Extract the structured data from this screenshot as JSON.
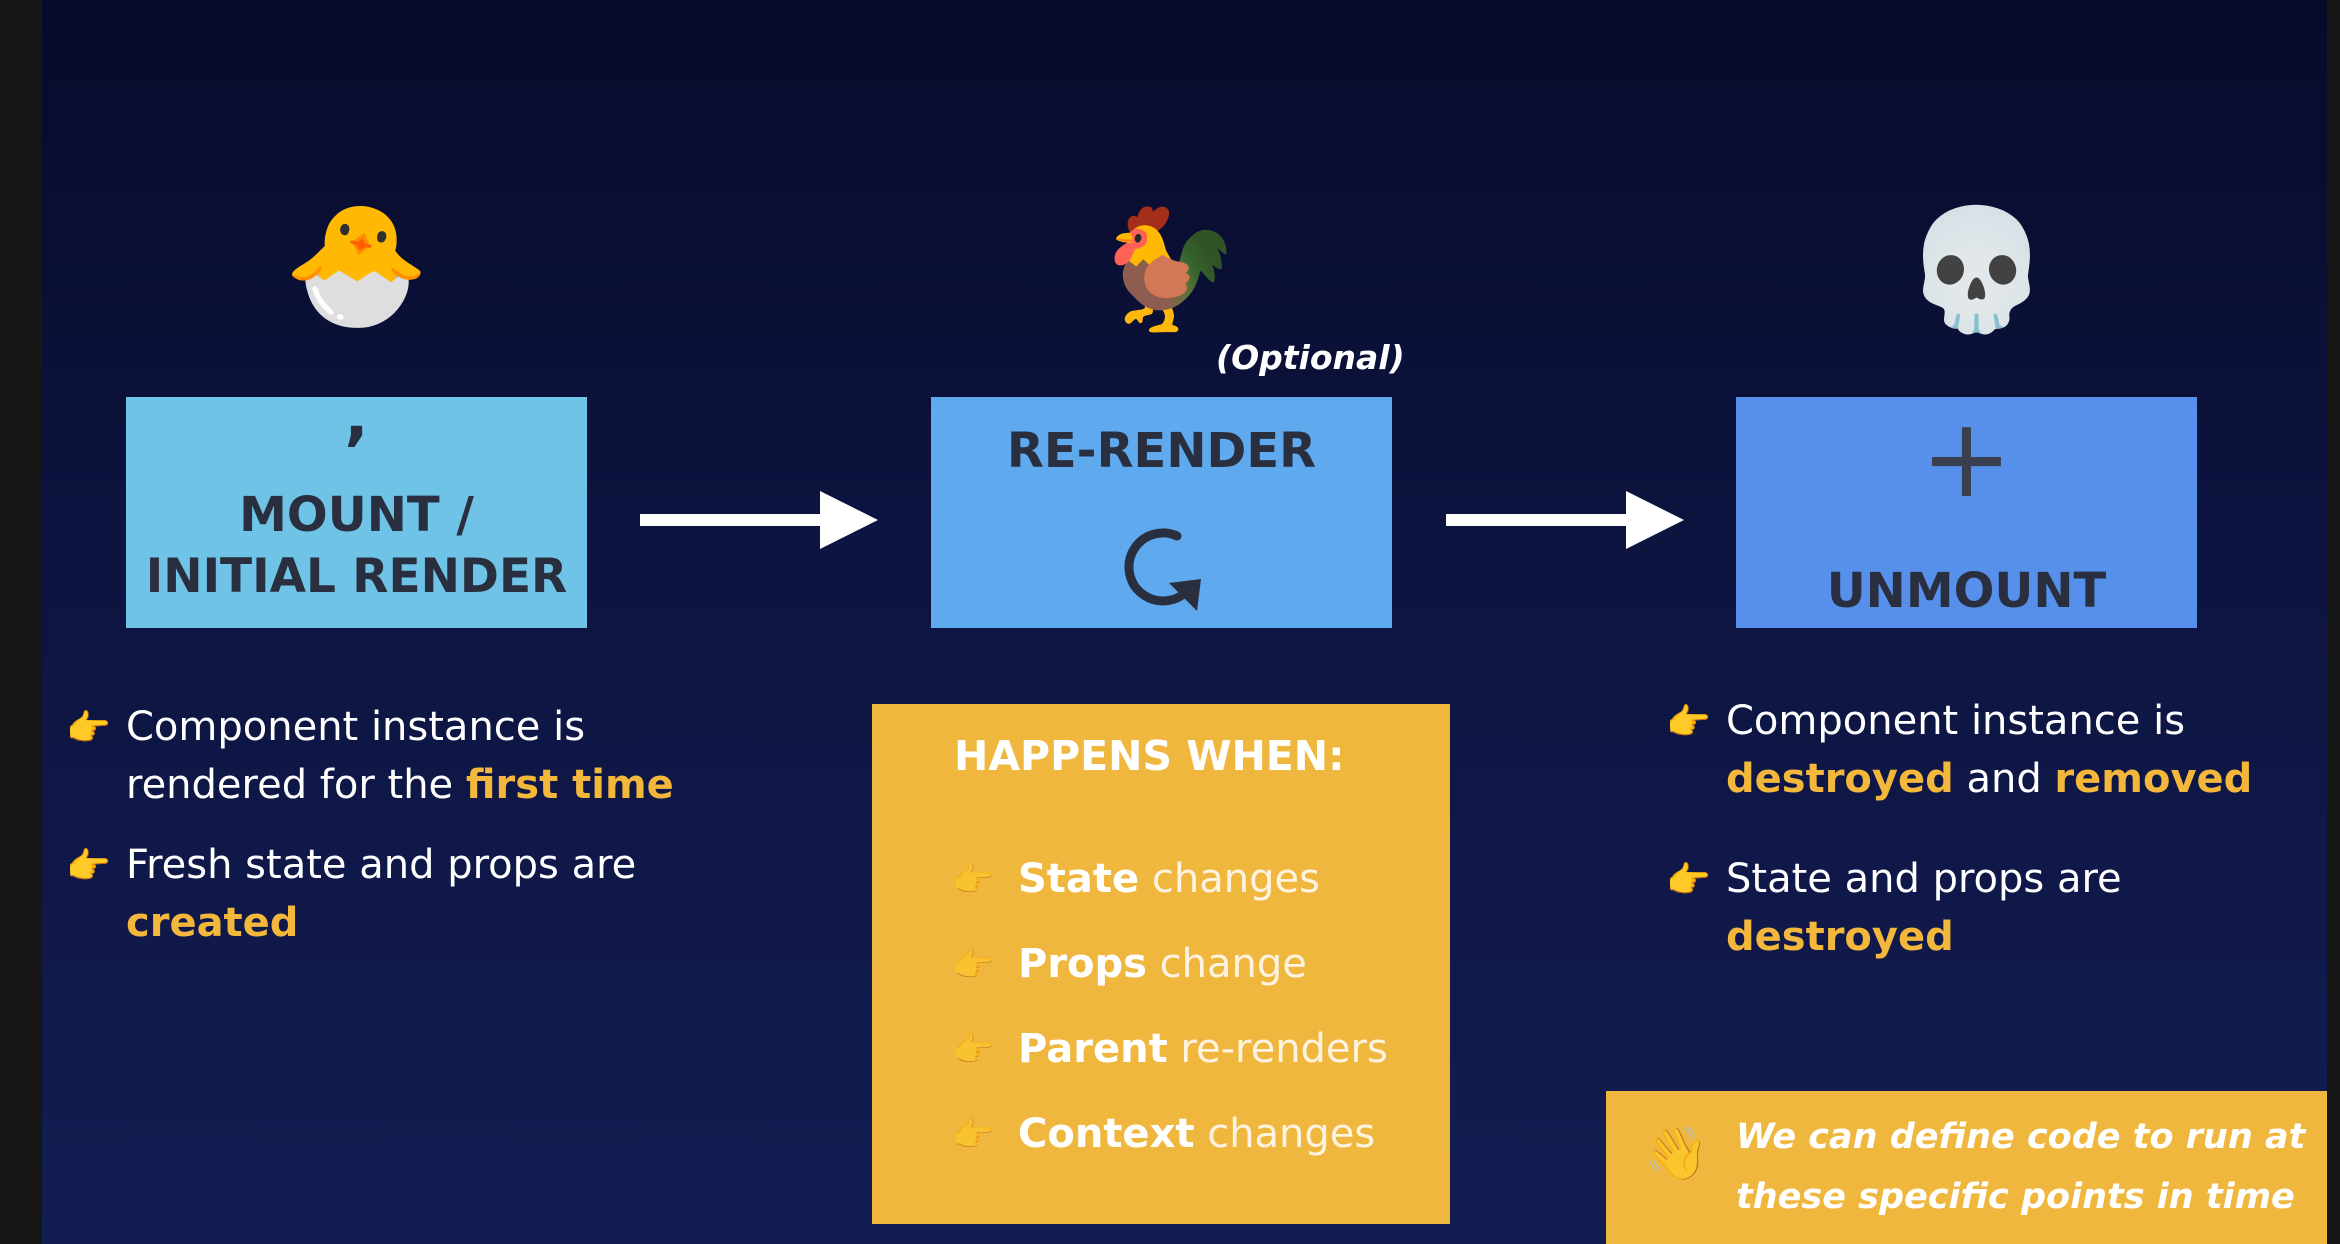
{
  "stages": [
    {
      "emoji": "🐣",
      "glyph": ",",
      "title_line1": "MOUNT /",
      "title_line2": "INITIAL RENDER",
      "color": "#6ec3e6"
    },
    {
      "emoji": "🐓",
      "note": "(Optional)",
      "title": "RE-RENDER",
      "icon": "refresh-icon",
      "color": "#5fa9ee"
    },
    {
      "emoji": "💀",
      "glyph": "+",
      "title": "UNMOUNT",
      "color": "#5690ea"
    }
  ],
  "mount_bullets": [
    {
      "hand": "👉",
      "text": "Component instance is",
      "text2": "rendered for the ",
      "highlight": "first time"
    },
    {
      "hand": "👉",
      "text": "Fresh state and props are",
      "highlight": "created"
    }
  ],
  "rerender_box": {
    "heading": "HAPPENS WHEN:",
    "items": [
      {
        "hand": "👉",
        "bold": "State",
        "rest": " changes"
      },
      {
        "hand": "👉",
        "bold": "Props",
        "rest": " change"
      },
      {
        "hand": "👉",
        "bold": "Parent",
        "rest": " re-renders"
      },
      {
        "hand": "👉",
        "bold": "Context",
        "rest": " changes"
      }
    ],
    "color": "#f0b73e"
  },
  "unmount_bullets": [
    {
      "hand": "👉",
      "text": "Component instance is",
      "highlight1": "destroyed",
      "mid": " and ",
      "highlight2": "removed"
    },
    {
      "hand": "👉",
      "text": "State and props are",
      "highlight": "destroyed"
    }
  ],
  "note_box": {
    "emoji": "👋",
    "line1": "We can define code to run at",
    "line2": "these specific points in time"
  },
  "highlight_color": "#f3b73c"
}
